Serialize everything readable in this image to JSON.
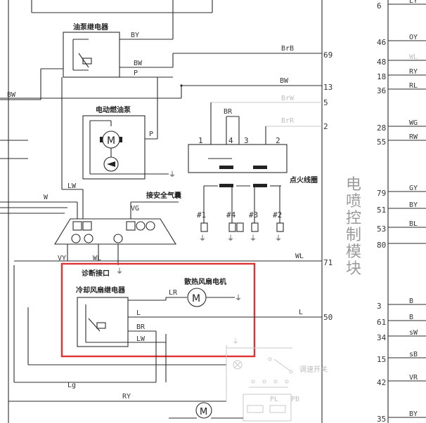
{
  "components": {
    "oil_pump_relay": "油泵继电器",
    "electric_fuel_pump": "电动燃油泵",
    "ignition_coil": "点火线圈",
    "airbag": "接安全气囊",
    "diag_port": "诊断接口",
    "cool_fan_relay": "冷却风扇继电器",
    "cool_fan_motor": "散热风扇电机",
    "speed_switch": "调速开关"
  },
  "module_title": "电喷控制模块",
  "wire_labels": {
    "by": "BY",
    "brb": "BrB",
    "bw1": "BW",
    "p1": "P",
    "bw_left": "BW",
    "bw2": "BW",
    "brw": "BrW",
    "brr": "BrR",
    "br": "BR",
    "p2": "P",
    "lw": "LW",
    "w": "W",
    "vg": "VG",
    "vy": "VY",
    "wl1": "WL",
    "wl2": "WL",
    "lr": "LR",
    "l1": "L",
    "l2": "L",
    "br2": "BR",
    "lw2": "LW",
    "lg": "Lg",
    "ry": "RY"
  },
  "coil_pins": {
    "p1": "1",
    "p4": "4",
    "p3": "3",
    "p2": "2"
  },
  "spark": {
    "s1": "#1",
    "s4": "#4",
    "s3": "#3",
    "s2": "#2"
  },
  "pins_mid": {
    "p69": "69",
    "p13": "13",
    "p5": "5",
    "p2": "2",
    "p71": "71",
    "p50": "50"
  },
  "right_pins": [
    {
      "num": "6",
      "wire": "LY"
    },
    {
      "num": "46",
      "wire": "OY"
    },
    {
      "num": "48",
      "wire": "WL"
    },
    {
      "num": "18",
      "wire": "RY"
    },
    {
      "num": "36",
      "wire": "RL"
    },
    {
      "num": "28",
      "wire": "WG"
    },
    {
      "num": "55",
      "wire": "RW"
    },
    {
      "num": "79",
      "wire": "GY"
    },
    {
      "num": "51",
      "wire": "BY"
    },
    {
      "num": "53",
      "wire": "BL"
    },
    {
      "num": "80",
      "wire": ""
    },
    {
      "num": "3",
      "wire": "B"
    },
    {
      "num": "61",
      "wire": "B"
    },
    {
      "num": "34",
      "wire": "sW"
    },
    {
      "num": "15",
      "wire": "sB"
    },
    {
      "num": "42",
      "wire": "VR"
    },
    {
      "num": "35",
      "wire": "BY"
    }
  ],
  "motor_symbol": "M",
  "pl_label": "PL",
  "pb_label": "PB"
}
